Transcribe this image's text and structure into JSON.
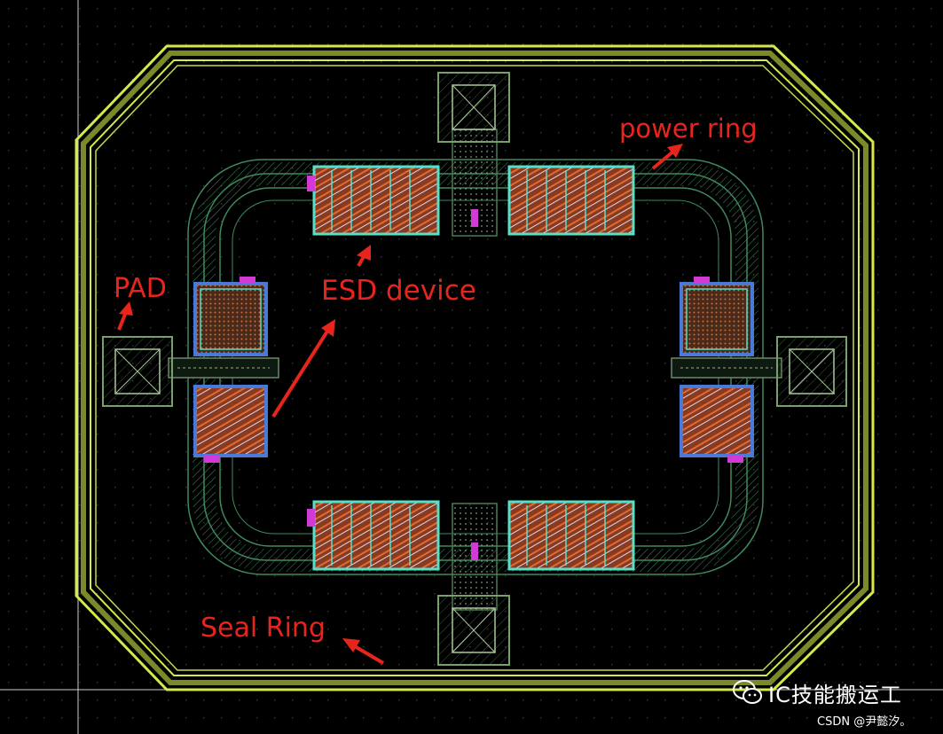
{
  "annotations": {
    "power_ring": "power ring",
    "pad": "PAD",
    "esd_device": "ESD device",
    "seal_ring": "Seal Ring"
  },
  "watermark": {
    "text": "IC技能搬运工",
    "icon": "wechat-icon"
  },
  "credit": "CSDN @尹懿汐。",
  "colors": {
    "background": "#000000",
    "seal_ring": "#d6e84a",
    "seal_ring_inner": "#7a8a2a",
    "power_ring": "#3f8a5c",
    "esd_fill": "#c2572a",
    "esd_border": "#57e0c8",
    "pad_frame": "#7aa06a",
    "via": "#d23ad8",
    "annotation": "#e8251c",
    "grid_dots": "#3c3c3c"
  }
}
